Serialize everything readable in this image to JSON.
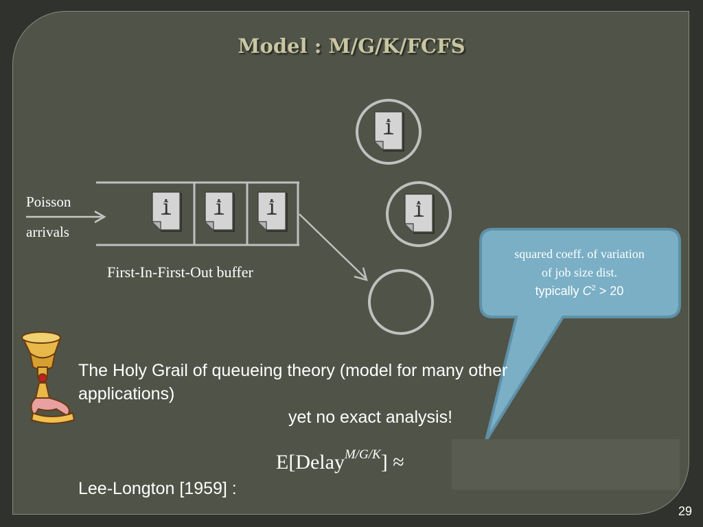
{
  "slide": {
    "title": "Model : M/G/K/FCFS",
    "page_number": "29"
  },
  "diagram": {
    "arrivals_label_1": "Poisson",
    "arrivals_label_2": "arrivals",
    "buffer_label": "First-In-First-Out buffer",
    "job_icon": "document-info-icon",
    "server_icon": "circle-server"
  },
  "callout": {
    "line1": "squared coeff. of variation",
    "line2": "of job size dist.",
    "line3_prefix": "typically ",
    "line3_var": "C",
    "line3_exp": "2",
    "line3_suffix": " > 20",
    "fill_color": "#7aafc5",
    "border_color": "#5e90a8"
  },
  "body": {
    "holy_grail_line1": "The Holy Grail of queueing theory (model for many other",
    "holy_grail_line2": "applications)",
    "no_analysis": "yet no exact analysis!",
    "lee_longton": "Lee-Longton [1959] :",
    "grail_icon": "holy-grail-icon"
  },
  "formula": {
    "lhs_E": "E",
    "lhs_delay": "[Delay",
    "superscript": "M/G/K",
    "close": "]",
    "approx": "≈"
  },
  "colors": {
    "background": "#2f322d",
    "panel": "#505347",
    "title": "#c8c6a2",
    "outline": "#c8c8c8"
  }
}
